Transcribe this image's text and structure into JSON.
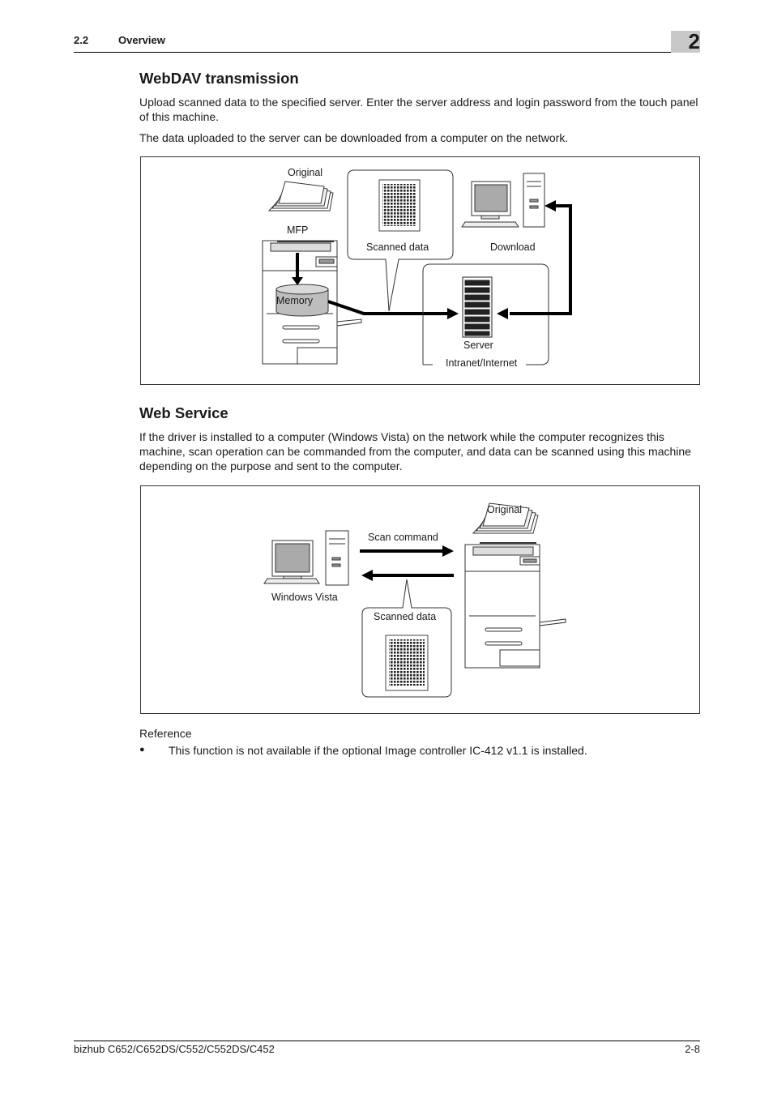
{
  "header": {
    "section_number": "2.2",
    "section_title": "Overview",
    "chapter_number": "2"
  },
  "webdav": {
    "heading": "WebDAV transmission",
    "para1": "Upload scanned data to the specified server. Enter the server address and login password from the touch panel of this machine.",
    "para2": "The data uploaded to the server can be downloaded from a computer on the network.",
    "figure": {
      "original": "Original",
      "mfp": "MFP",
      "memory": "Memory",
      "scanned_data": "Scanned data",
      "download": "Download",
      "server": "Server",
      "intranet": "Intranet/Internet"
    }
  },
  "webservice": {
    "heading": "Web Service",
    "para1": "If the driver is installed to a computer (Windows Vista) on the network while the computer recognizes this machine, scan operation can be commanded from the computer, and data can be scanned using this machine depending on the purpose and sent to the computer.",
    "figure": {
      "original": "Original",
      "scan_command": "Scan command",
      "windows_vista": "Windows Vista",
      "scanned_data": "Scanned data"
    }
  },
  "reference": {
    "label": "Reference",
    "bullet_char": "●",
    "items": [
      "This function is not available if the optional Image controller IC-412 v1.1 is installed."
    ]
  },
  "footer": {
    "model": "bizhub C652/C652DS/C552/C552DS/C452",
    "page": "2-8"
  }
}
